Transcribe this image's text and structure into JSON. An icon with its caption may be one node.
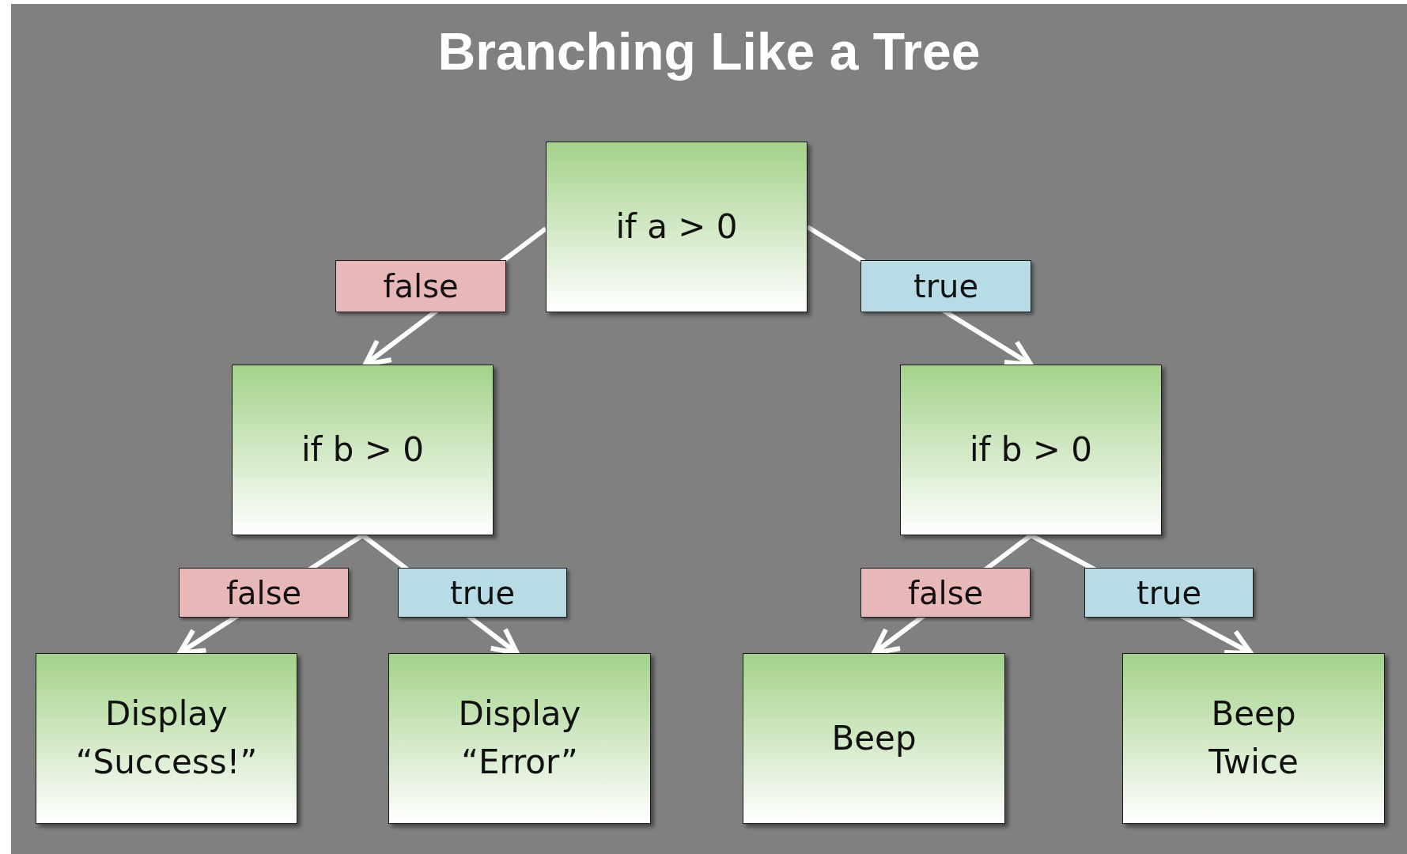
{
  "diagram": {
    "title": "Branching Like a Tree",
    "nodes": [
      {
        "text": [
          "if a > 0"
        ]
      },
      {
        "text": [
          "if b > 0"
        ]
      },
      {
        "text": [
          "if b > 0"
        ]
      },
      {
        "text": [
          "Display “Success!”"
        ]
      },
      {
        "text": [
          "Display “Error”"
        ]
      },
      {
        "text": [
          "Beep"
        ]
      },
      {
        "text": [
          "Beep Twice"
        ]
      }
    ],
    "edges": [
      {
        "from": 0,
        "to": 1,
        "arrow": "to",
        "label": "false"
      },
      {
        "from": 0,
        "to": 2,
        "arrow": "to",
        "label": "true"
      },
      {
        "from": 1,
        "to": 3,
        "arrow": "to",
        "label": "false"
      },
      {
        "from": 1,
        "to": 4,
        "arrow": "to",
        "label": "true"
      },
      {
        "from": 2,
        "to": 5,
        "arrow": "to",
        "label": "false"
      },
      {
        "from": 2,
        "to": 6,
        "arrow": "to",
        "label": "true"
      }
    ]
  }
}
